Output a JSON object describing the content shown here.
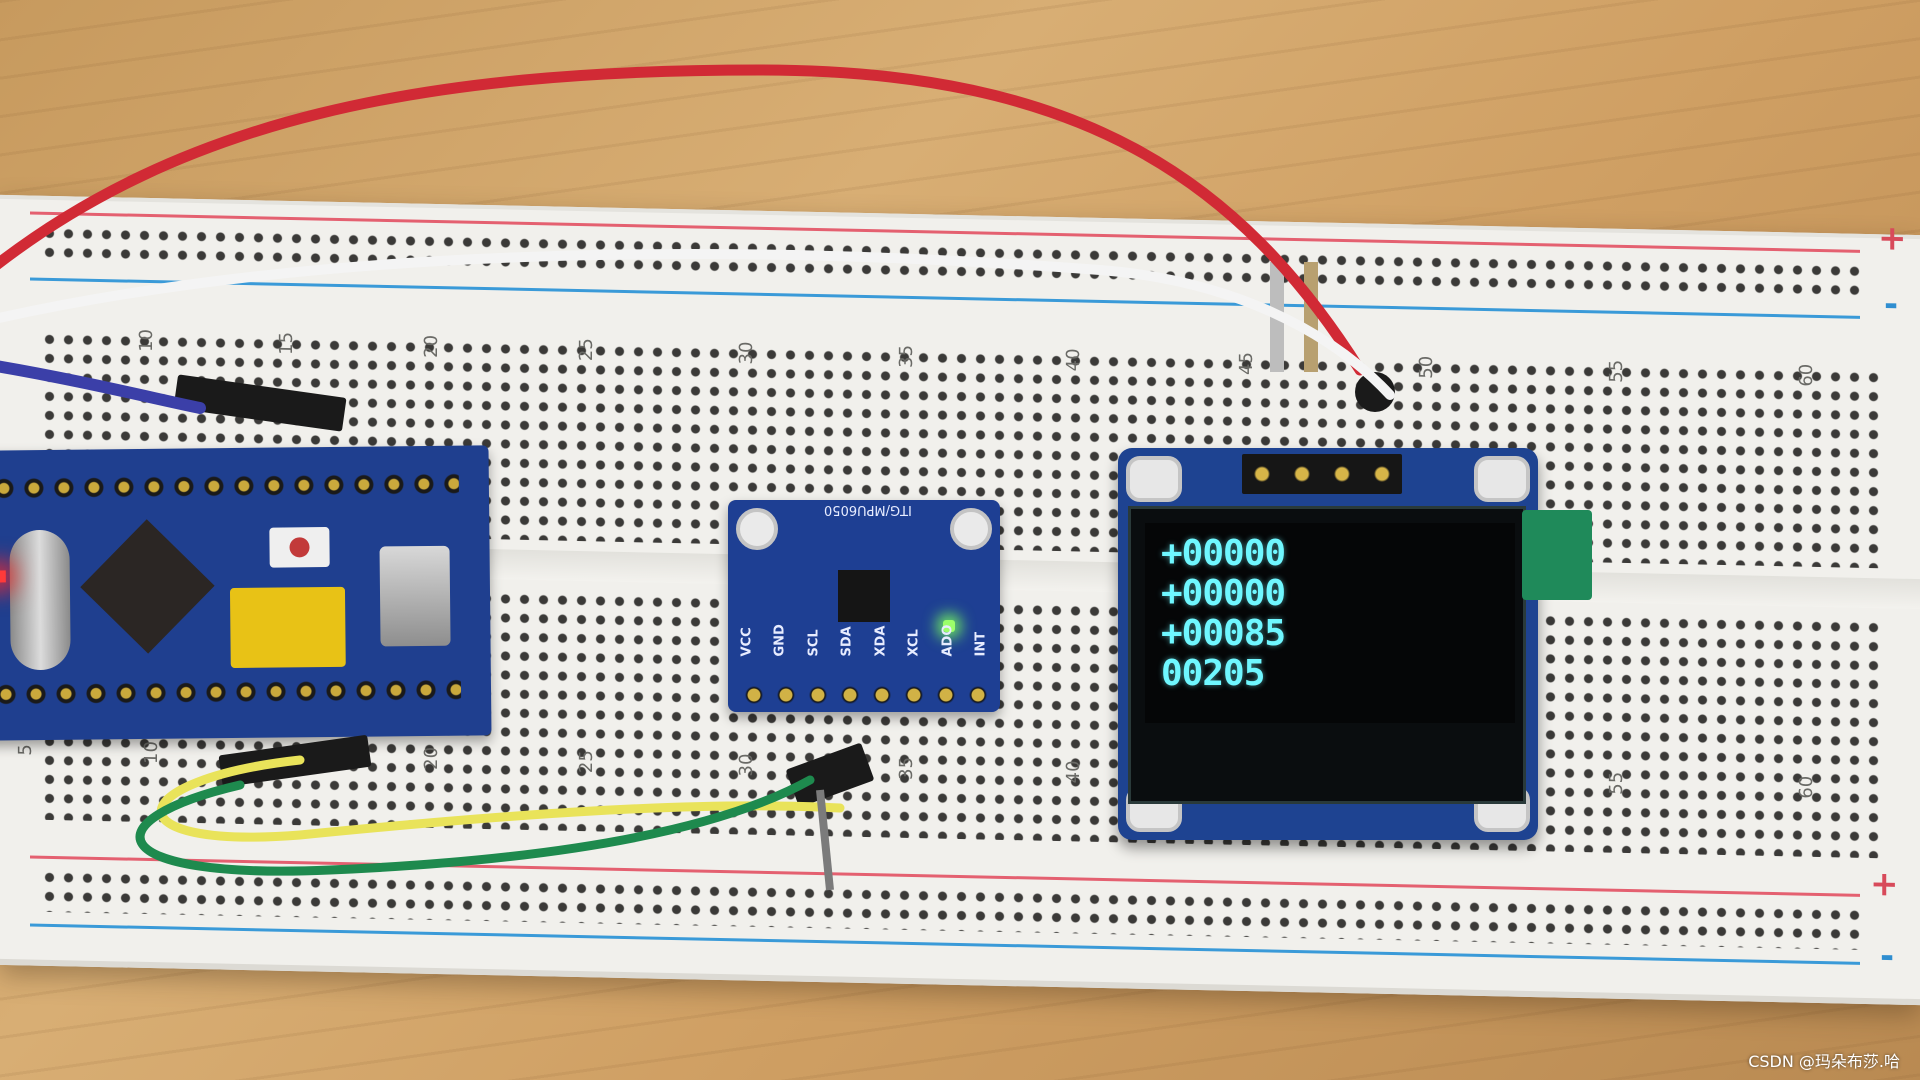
{
  "scene": {
    "subject": "STM32 microcontroller board on a solderless breadboard wired to an MPU6050 sensor module and a 0.96-inch OLED display"
  },
  "breadboard": {
    "top_row_numbers": [
      "10",
      "15",
      "20",
      "25",
      "30",
      "35",
      "40",
      "45",
      "50",
      "55",
      "60"
    ],
    "bottom_row_numbers": [
      "5",
      "10",
      "20",
      "25",
      "30",
      "35",
      "40",
      "55",
      "60"
    ],
    "rail_signs": {
      "plus": "+",
      "minus": "-"
    },
    "colors": {
      "rail_red": "#e46070",
      "rail_blue": "#3a9ad8"
    }
  },
  "mpu6050": {
    "silkscreen": "ITG/MPU6050",
    "pin_labels": [
      "VCC",
      "GND",
      "SCL",
      "SDA",
      "XDA",
      "XCL",
      "ADO",
      "INT"
    ],
    "led_color": "#9cff6a"
  },
  "oled": {
    "text_color": "#6ff7ff",
    "lines": [
      "+00000",
      "+00000",
      "+00085",
      "00205"
    ]
  },
  "stm32": {
    "board_color": "#1f3f8f"
  },
  "wires": {
    "red": "#d12a35",
    "white": "#f4f4f4",
    "yellow": "#e9e35a",
    "green": "#1e8a4e",
    "blue": "#3b3fa8"
  },
  "watermark": "CSDN @玛朵布莎.哈"
}
